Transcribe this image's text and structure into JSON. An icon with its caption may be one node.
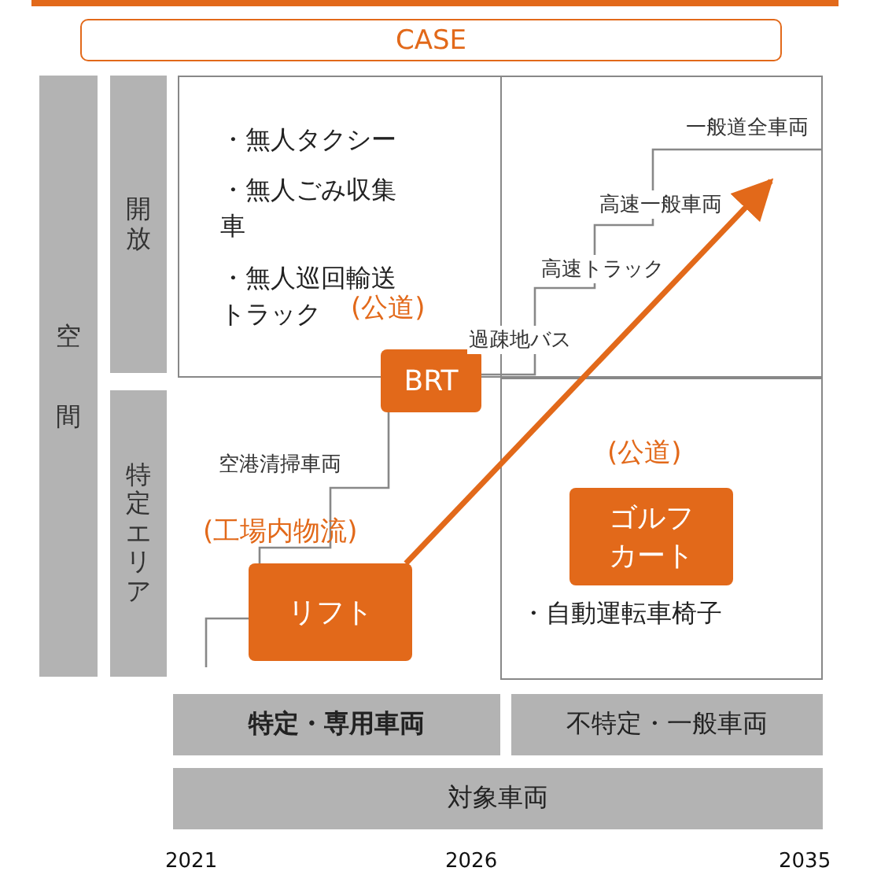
{
  "diagram": {
    "nodes": [
      {
        "text": [
          "CASE"
        ]
      },
      {
        "text": [
          "空間"
        ]
      },
      {
        "text": [
          "開放"
        ]
      },
      {
        "text": [
          "特定エリア"
        ]
      },
      {
        "text": [
          "・無人タクシー",
          "・無人ごみ収集車",
          "・無人巡回輸送トラック"
        ]
      },
      {
        "text": [],
        "shape": "box"
      },
      {
        "text": [
          "・自動運転車椅子"
        ]
      },
      {
        "text": [
          "BRT"
        ]
      },
      {
        "text": [
          "リフト"
        ]
      },
      {
        "text": [
          "ゴルフカート"
        ],
        "in": 6
      },
      {
        "text": [
          "特定・専用車両"
        ]
      },
      {
        "text": [
          "不特定・一般車両"
        ]
      },
      {
        "text": [
          "対象車両"
        ]
      }
    ],
    "edges": [
      {
        "from": null,
        "to": 8,
        "arrow": "none"
      },
      {
        "from": 8,
        "to": 7,
        "arrow": "none"
      },
      {
        "from": 7,
        "to": 5,
        "arrow": "none"
      },
      {
        "from": 8,
        "to": 5,
        "arrow": "to",
        "style": "thick",
        "color": "#e2691a"
      }
    ],
    "labels": [
      "一般道全車両",
      "高速一般車両",
      "高速トラック",
      "(公道)",
      "過疎地バス",
      "(公道)",
      "空港清掃車両",
      "(工場内物流)",
      "2021",
      "2026",
      "2035"
    ]
  }
}
